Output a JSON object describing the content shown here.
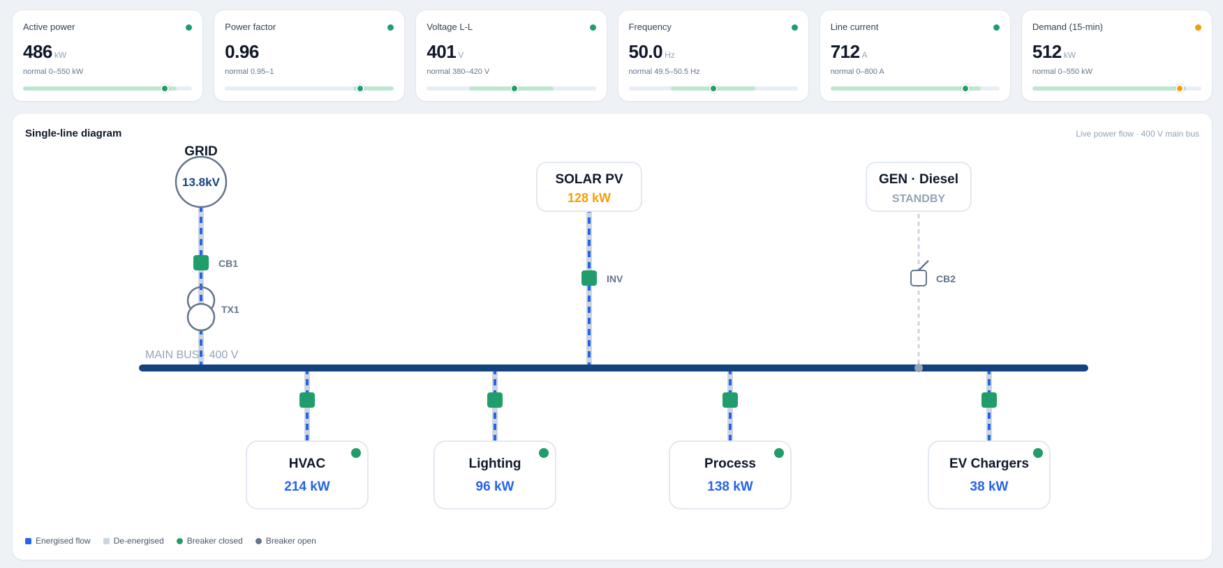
{
  "colors": {
    "ok": "#16a34a",
    "warn": "#f59e0b",
    "knob_ok": "#1f9d6b",
    "knob_warn": "#f59e0b",
    "bus": "#13437f",
    "energised": "#2563eb",
    "deenergised": "#cbd5e1",
    "breaker_closed": "#1f9d6b",
    "breaker_open": "#64748b",
    "solar": "#f59e0b",
    "load_value": "#2563eb"
  },
  "kpis": [
    {
      "title": "Active power",
      "value": "486",
      "unit": "kW",
      "range": "normal 0–550 kW",
      "status": "ok",
      "band": [
        0,
        0.91
      ],
      "level": 0.84
    },
    {
      "title": "Power factor",
      "value": "0.96",
      "unit": "",
      "range": "normal 0.95–1",
      "status": "ok",
      "band": [
        0.76,
        1
      ],
      "level": 0.8
    },
    {
      "title": "Voltage L-L",
      "value": "401",
      "unit": "V",
      "range": "normal 380–420 V",
      "status": "ok",
      "band": [
        0.25,
        0.75
      ],
      "level": 0.52
    },
    {
      "title": "Frequency",
      "value": "50.0",
      "unit": "Hz",
      "range": "normal 49.5–50.5 Hz",
      "status": "ok",
      "band": [
        0.25,
        0.75
      ],
      "level": 0.5
    },
    {
      "title": "Line current",
      "value": "712",
      "unit": "A",
      "range": "normal 0–800 A",
      "status": "ok",
      "band": [
        0,
        0.89
      ],
      "level": 0.8
    },
    {
      "title": "Demand (15-min)",
      "value": "512",
      "unit": "kW",
      "range": "normal 0–550 kW",
      "status": "warn",
      "band": [
        0,
        0.91
      ],
      "level": 0.87
    }
  ],
  "panel": {
    "title": "Single-line diagram",
    "subtitle": "Live power flow · 400 V main bus"
  },
  "diagram": {
    "grid": {
      "label": "GRID",
      "voltage": "13.8kV"
    },
    "breaker_grid": "CB1",
    "transformer": "TX1",
    "bus_label": "MAIN BUS · 400 V",
    "solar": {
      "name": "SOLAR PV",
      "value": "128 kW",
      "inverter": "INV"
    },
    "generator": {
      "name": "GEN · Diesel",
      "status": "STANDBY",
      "breaker": "CB2"
    },
    "loads": [
      {
        "name": "HVAC",
        "value": "214 kW"
      },
      {
        "name": "Lighting",
        "value": "96 kW"
      },
      {
        "name": "Process",
        "value": "138 kW"
      },
      {
        "name": "EV Chargers",
        "value": "38 kW"
      }
    ]
  },
  "legend": [
    "Energised flow",
    "De-energised",
    "Breaker closed",
    "Breaker open"
  ]
}
